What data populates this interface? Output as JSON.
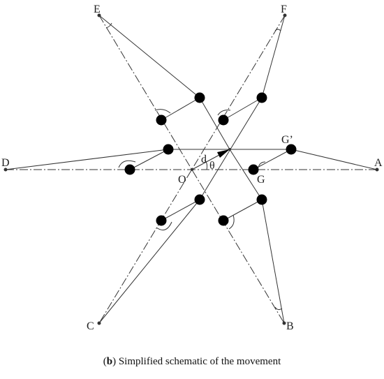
{
  "labels": {
    "A": "A",
    "B": "B",
    "C": "C",
    "D": "D",
    "E": "E",
    "F": "F",
    "G": "G",
    "G_prime": "G’",
    "O": "O",
    "d": "d",
    "theta": "θ"
  },
  "caption": {
    "tag": "b",
    "text": " Simplified schematic of the movement"
  },
  "colors": {
    "line": "#333333",
    "joint": "#000000"
  }
}
